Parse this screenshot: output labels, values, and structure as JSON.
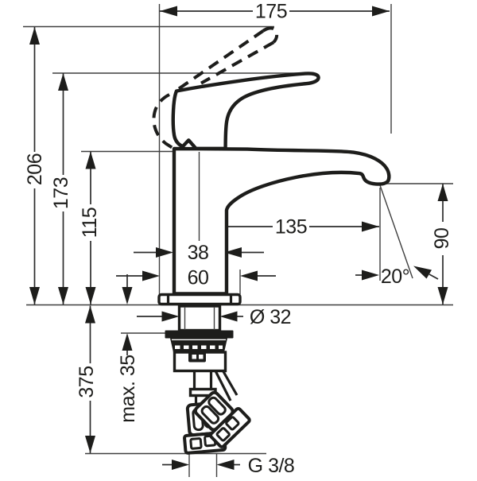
{
  "drawing": {
    "ink_color": "#1d1d1b",
    "labels": {
      "overall_depth": "175",
      "overall_height": "206",
      "lever_height": "173",
      "body_height": "115",
      "spout_reach": "135",
      "body_width": "38",
      "base_width": "60",
      "outlet_height": "90",
      "spray_angle": "20°",
      "shank_diameter": "Ø 32",
      "hose_length": "375",
      "max_thickness": "max. 35",
      "thread": "G 3/8"
    }
  }
}
